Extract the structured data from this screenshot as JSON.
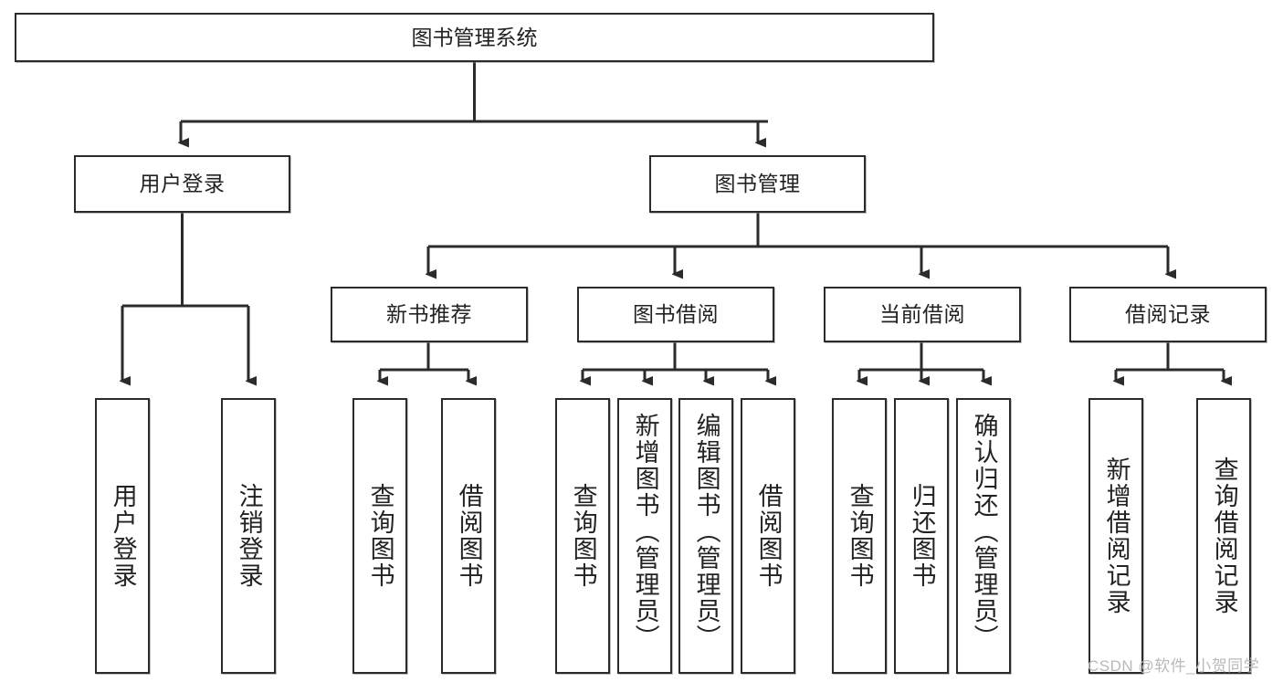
{
  "diagram": {
    "type": "tree-hierarchy",
    "title": "图书管理系统",
    "root": {
      "id": "root",
      "label": "图书管理系统"
    },
    "level2": [
      {
        "id": "user-login",
        "label": "用户登录"
      },
      {
        "id": "book-manage",
        "label": "图书管理"
      }
    ],
    "level3": [
      {
        "id": "new-book-rec",
        "label": "新书推荐",
        "parent": "book-manage"
      },
      {
        "id": "book-borrow",
        "label": "图书借阅",
        "parent": "book-manage"
      },
      {
        "id": "current-borrow",
        "label": "当前借阅",
        "parent": "book-manage"
      },
      {
        "id": "borrow-record",
        "label": "借阅记录",
        "parent": "book-manage"
      }
    ],
    "leaves": [
      {
        "id": "leaf-user-login",
        "label": "用户登录",
        "parent": "user-login"
      },
      {
        "id": "leaf-logout",
        "label": "注销登录",
        "parent": "user-login"
      },
      {
        "id": "leaf-query-book-1",
        "label": "查询图书",
        "parent": "new-book-rec"
      },
      {
        "id": "leaf-borrow-book-1",
        "label": "借阅图书",
        "parent": "new-book-rec"
      },
      {
        "id": "leaf-query-book-2",
        "label": "查询图书",
        "parent": "book-borrow"
      },
      {
        "id": "leaf-add-book",
        "label": "新增图书（管理员）",
        "parent": "book-borrow"
      },
      {
        "id": "leaf-edit-book",
        "label": "编辑图书（管理员）",
        "parent": "book-borrow"
      },
      {
        "id": "leaf-borrow-book-2",
        "label": "借阅图书",
        "parent": "book-borrow"
      },
      {
        "id": "leaf-query-book-3",
        "label": "查询图书",
        "parent": "current-borrow"
      },
      {
        "id": "leaf-return-book",
        "label": "归还图书",
        "parent": "current-borrow"
      },
      {
        "id": "leaf-confirm-return",
        "label": "确认归还（管理员）",
        "parent": "current-borrow"
      },
      {
        "id": "leaf-add-record",
        "label": "新增借阅记录",
        "parent": "borrow-record"
      },
      {
        "id": "leaf-query-record",
        "label": "查询借阅记录",
        "parent": "borrow-record"
      }
    ],
    "colors": {
      "stroke": "#2b2b2b",
      "fill": "#ffffff",
      "text": "#222222",
      "watermark": "#b9b9b9"
    }
  },
  "watermark": {
    "text": "CSDN @软件_小贺同学"
  }
}
